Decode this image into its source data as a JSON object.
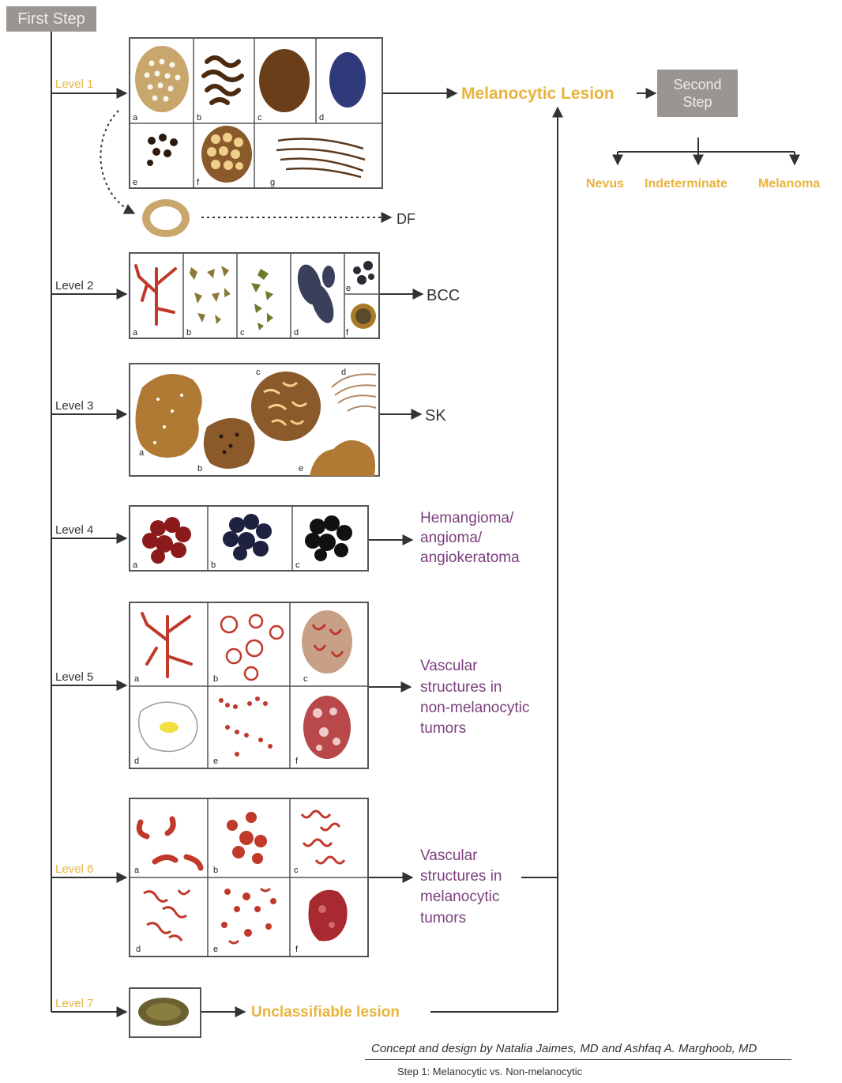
{
  "steps": {
    "first": "First Step",
    "second": "Second\nStep"
  },
  "levels": [
    "Level 1",
    "Level 2",
    "Level 3",
    "Level 4",
    "Level 5",
    "Level 6",
    "Level 7"
  ],
  "outcomes": {
    "melanocytic": "Melanocytic Lesion",
    "df": "DF",
    "bcc": "BCC",
    "sk": "SK",
    "hemangioma": [
      "Hemangioma/",
      "angioma/",
      "angiokeratoma"
    ],
    "vascular_non_mel": [
      "Vascular",
      "structures in",
      "non-melanocytic",
      "tumors"
    ],
    "vascular_mel": [
      "Vascular",
      "structures in",
      "melanocytic",
      "tumors"
    ],
    "unclassifiable": "Unclassifiable lesion"
  },
  "second_step_outcomes": [
    "Nevus",
    "Indeterminate",
    "Melanoma"
  ],
  "panel_letters": {
    "level1": [
      "a",
      "b",
      "c",
      "d",
      "e",
      "f",
      "g"
    ],
    "level2": [
      "a",
      "b",
      "c",
      "d",
      "e",
      "f"
    ],
    "level3": [
      "a",
      "b",
      "c",
      "d",
      "e"
    ],
    "level4": [
      "a",
      "b",
      "c"
    ],
    "level5": [
      "a",
      "b",
      "c",
      "d",
      "e",
      "f"
    ],
    "level6": [
      "a",
      "b",
      "c",
      "d",
      "e",
      "f"
    ]
  },
  "credits": {
    "design": "Concept and design by Natalia Jaimes, MD and Ashfaq A. Marghoob, MD",
    "caption": "Step 1: Melanocytic vs. Non-melanocytic"
  },
  "colors": {
    "gold": "#e8b43c",
    "purple": "#7b3f7d",
    "line": "#333333",
    "step_box": "#9a9590",
    "vascular_red": "#c0392b",
    "brown": "#8b5a2b"
  }
}
